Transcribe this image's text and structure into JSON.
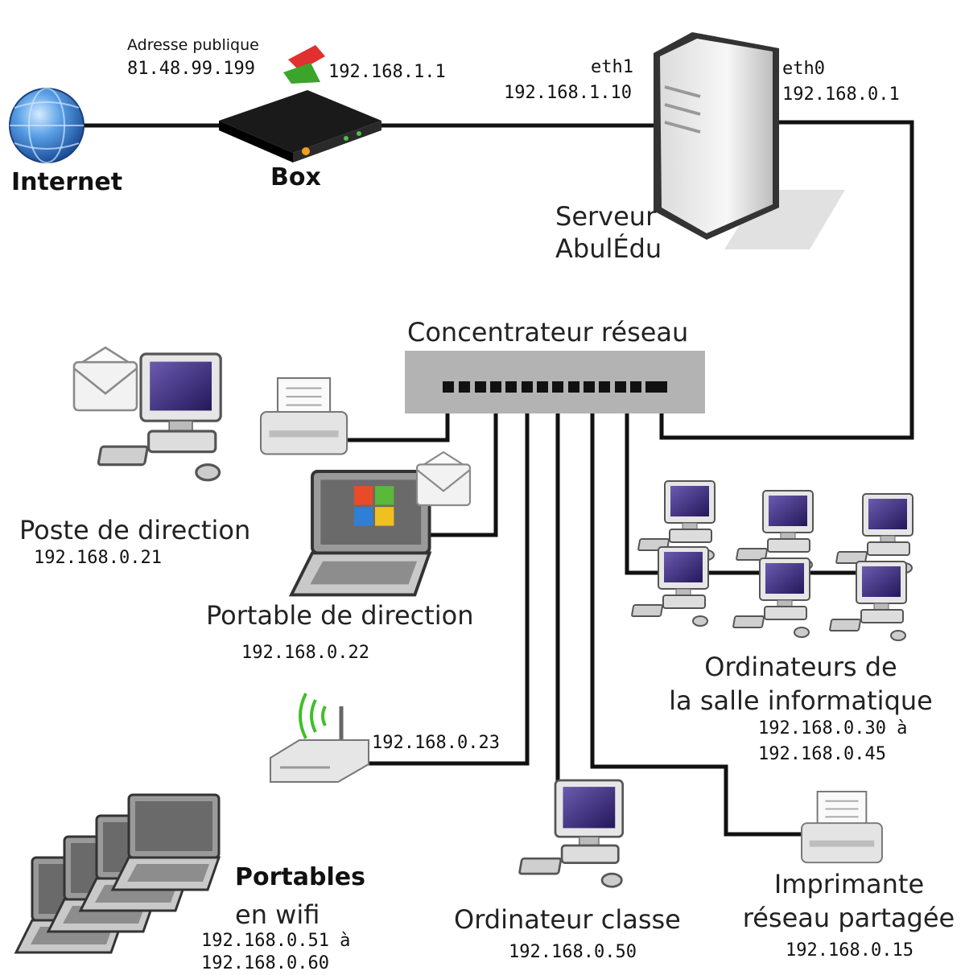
{
  "internet": {
    "label": "Internet"
  },
  "box": {
    "label": "Box",
    "public_caption": "Adresse publique",
    "public_ip": "81.48.99.199",
    "lan_ip": "192.168.1.1"
  },
  "server": {
    "label_line1": "Serveur",
    "label_line2": "AbulÉdu",
    "eth1_name": "eth1",
    "eth1_ip": "192.168.1.10",
    "eth0_name": "eth0",
    "eth0_ip": "192.168.0.1"
  },
  "hub": {
    "label": "Concentrateur réseau"
  },
  "poste_direction": {
    "label": "Poste de direction",
    "ip": "192.168.0.21"
  },
  "portable_direction": {
    "label": "Portable de direction",
    "ip": "192.168.0.22"
  },
  "salle": {
    "label_line1": "Ordinateurs de",
    "label_line2": "la salle informatique",
    "ip_line1": "192.168.0.30 à",
    "ip_line2": "192.168.0.45"
  },
  "wifi_ap": {
    "ip": "192.168.0.23"
  },
  "portables_wifi": {
    "label_line1": "Portables",
    "label_line2": "en wifi",
    "ip_line1": "192.168.0.51 à",
    "ip_line2": "192.168.0.60"
  },
  "ordinateur_classe": {
    "label": "Ordinateur classe",
    "ip": "192.168.0.50"
  },
  "imprimante": {
    "label_line1": "Imprimante",
    "label_line2": "réseau partagée",
    "ip": "192.168.0.15"
  },
  "colors": {
    "cable": "#111111",
    "hub": "#b3b3b3",
    "screen": "#3d2a78",
    "wifi_signal": "#3fbf2a",
    "arrow_red": "#e03030",
    "arrow_green": "#3aa52a",
    "globe": "#2f76c8"
  }
}
